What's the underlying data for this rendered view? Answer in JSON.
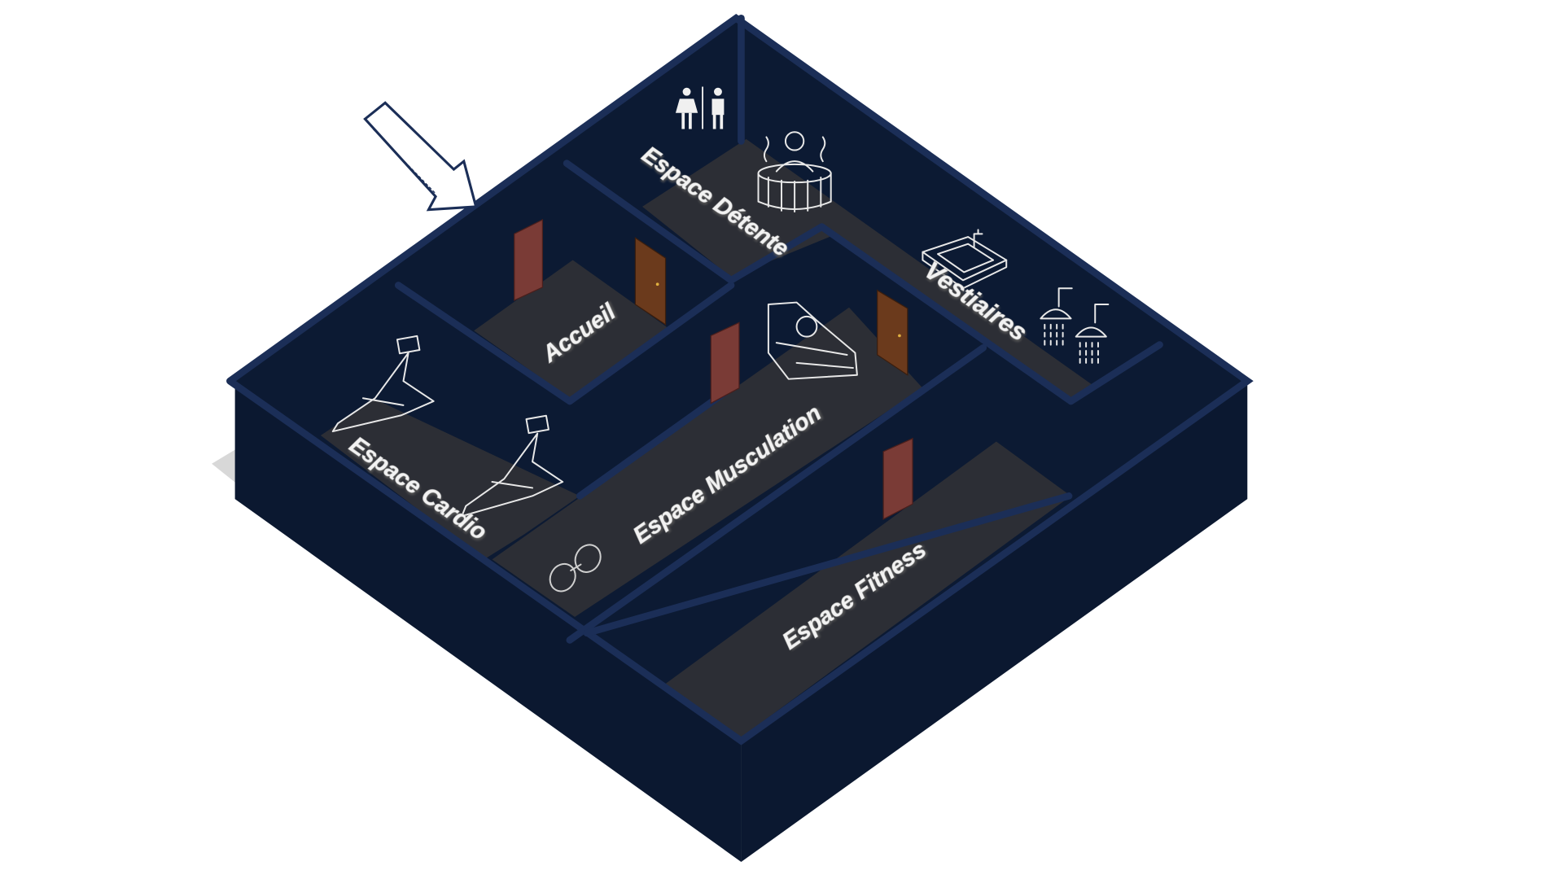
{
  "plan": {
    "rooms": [
      {
        "id": "accueil",
        "label": "Accueil"
      },
      {
        "id": "cardio",
        "label": "Espace Cardio"
      },
      {
        "id": "detente",
        "label": "Espace Détente"
      },
      {
        "id": "vestiaires",
        "label": "Vestiaires"
      },
      {
        "id": "musculation",
        "label": "Espace Musculation"
      },
      {
        "id": "fitness",
        "label": "Espace Fitness"
      }
    ],
    "icons": [
      "entrance-arrow-icon",
      "toilets-icon",
      "hot-tub-icon",
      "sink-icon",
      "shower-icon",
      "treadmill-icon",
      "leg-press-icon",
      "dumbbell-icon",
      "door-icon"
    ]
  },
  "colors": {
    "walls": "#0c1a33",
    "wall_edge": "#1b2e57",
    "floor": "#2c2e35",
    "door": "#7a3b36",
    "door_wood": "#6b3a1c"
  }
}
